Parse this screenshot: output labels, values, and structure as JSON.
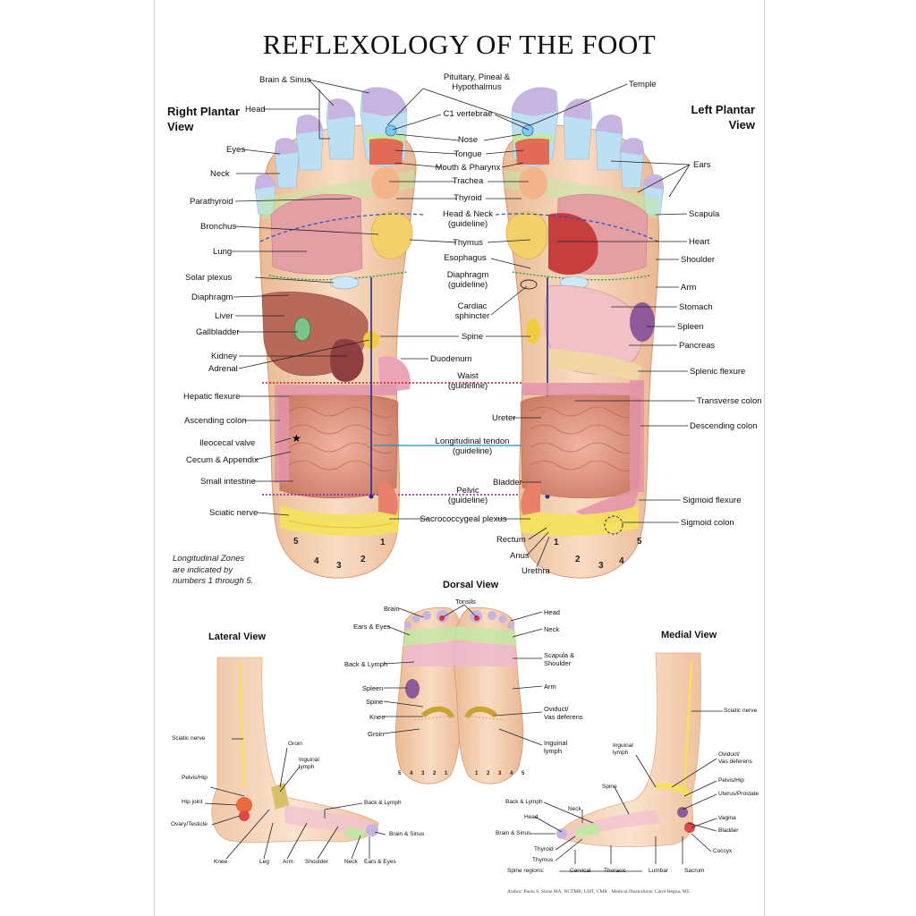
{
  "title": "REFLEXOLOGY OF THE FOOT",
  "views": {
    "right_plantar": "Right Plantar\nView",
    "left_plantar": "Left Plantar\nView",
    "dorsal": "Dorsal View",
    "lateral": "Lateral View",
    "medial": "Medial View"
  },
  "zones_note": "Longitudinal Zones\nare indicated by\nnumbers 1 through 5.",
  "zone_numbers": [
    "1",
    "2",
    "3",
    "4",
    "5"
  ],
  "right_labels": {
    "brain_sinus": "Brain & Sinus",
    "head": "Head",
    "eyes": "Eyes",
    "neck": "Neck",
    "parathyroid": "Parathyroid",
    "bronchus": "Bronchus",
    "lung": "Lung",
    "solar_plexus": "Solar plexus",
    "diaphragm": "Diaphragm",
    "liver": "Liver",
    "gallbladder": "Gallbladder",
    "kidney": "Kidney",
    "adrenal": "Adrenal",
    "hepatic_flexure": "Hepatic flexure",
    "ascending_colon": "Ascending colon",
    "ileocecal_valve": "Ileocecal valve",
    "cecum_appendix": "Cecum & Appendix",
    "small_intestine": "Small intestine",
    "sciatic_nerve": "Sciatic nerve"
  },
  "center_labels": {
    "pituitary": "Pituitary, Pineal &\nHypothalmus",
    "c1": "C1 vertebrae",
    "nose": "Nose",
    "tongue": "Tongue",
    "mouth": "Mouth & Pharynx",
    "trachea": "Trachea",
    "thyroid": "Thyroid",
    "head_neck": "Head & Neck\n(guideline)",
    "thymus": "Thymus",
    "esophagus": "Esophagus",
    "diaphragm_gl": "Diaphragm\n(guideline)",
    "cardiac": "Cardiac\nsphincter",
    "spine": "Spine",
    "duodenum": "Duodenum",
    "waist": "Waist\n(guideline)",
    "ureter": "Ureter",
    "long_tendon": "Longitudinal tendon\n(guideline)",
    "bladder": "Bladder",
    "pelvic": "Pelvic\n(guideline)",
    "sacro": "Sacrococcygeal plexus",
    "rectum": "Rectum",
    "anus": "Anus",
    "urethra": "Urethra"
  },
  "left_labels": {
    "temple": "Temple",
    "ears": "Ears",
    "scapula": "Scapula",
    "heart": "Heart",
    "shoulder": "Shoulder",
    "arm": "Arm",
    "stomach": "Stomach",
    "spleen": "Spleen",
    "pancreas": "Pancreas",
    "splenic_flexure": "Splenic flexure",
    "transverse_colon": "Transverse colon",
    "descending_colon": "Descending colon",
    "sigmoid_flexure": "Sigmoid flexure",
    "sigmoid_colon": "Sigmoid colon"
  },
  "dorsal_labels": {
    "tonsils": "Tonsils",
    "brain": "Brain",
    "head": "Head",
    "ears_eyes": "Ears & Eyes",
    "neck": "Neck",
    "back_lymph": "Back & Lymph",
    "scapula_shoulder": "Scapula &\nShoulder",
    "arm": "Arm",
    "spleen": "Spleen",
    "spine": "Spine",
    "oviduct": "Oviduct/\nVas deferens",
    "knee": "Knee",
    "groin": "Groin",
    "inguinal": "Inguinal\nlymph"
  },
  "dorsal_zones_left": "5 4 3 2 1",
  "dorsal_zones_right": "1 2 3 4 5",
  "lateral_labels": {
    "sciatic": "Sciatic nerve",
    "groin": "Groin",
    "inguinal": "Inguinal\nlymph",
    "pelvis_hip": "Pelvis/Hip",
    "hip_joint": "Hip joint",
    "ovary": "Ovary/Testicle",
    "back_lymph": "Back & Lymph",
    "brain_sinus": "Brain & Sinus",
    "knee": "Knee",
    "leg": "Leg",
    "arm": "Arm",
    "shoulder": "Shoulder",
    "neck": "Neck",
    "ears_eyes": "Ears & Eyes"
  },
  "medial_labels": {
    "sciatic": "Sciatic nerve",
    "inguinal": "Inguinal\nlymph",
    "oviduct": "Oviduct/\nVas deferens",
    "pelvis_hip": "Pelvis/Hip",
    "uterus": "Uterus/Prostate",
    "spine": "Spine",
    "back_lymph": "Back & Lymph",
    "neck": "Neck",
    "head": "Head",
    "brain_sinus": "Brain & Sinus",
    "vagina": "Vagina",
    "bladder": "Bladder",
    "coccyx": "Coccyx",
    "thyroid": "Thyroid",
    "thymus": "Thymus",
    "spine_regions": "Spine regions:",
    "cervical": "Cervical",
    "thoracic": "Thoracic",
    "lumbar": "Lumbar",
    "sacrum": "Sacrum"
  },
  "author": "Author: Paula S. Stone MA, NCTMB, LMT, CMR · Medical Illustrations: Carol Hegna, MS",
  "colors": {
    "skin": "#f6d2b4",
    "skin_dark": "#e8b08c",
    "toe_purple": "#c8b4e0",
    "toe_blue": "#bcdff2",
    "toe_green": "#c2e8a6",
    "lung": "#e3a0a4",
    "liver": "#b8695a",
    "intestine": "#d88c78",
    "spine_line": "#1f2f8c",
    "guide_green": "#2a9a3a",
    "guide_red": "#d02020",
    "guide_purple": "#7a2a9a",
    "guide_blue": "#1f8fbf",
    "sciatic_yellow": "#f4e25a"
  }
}
